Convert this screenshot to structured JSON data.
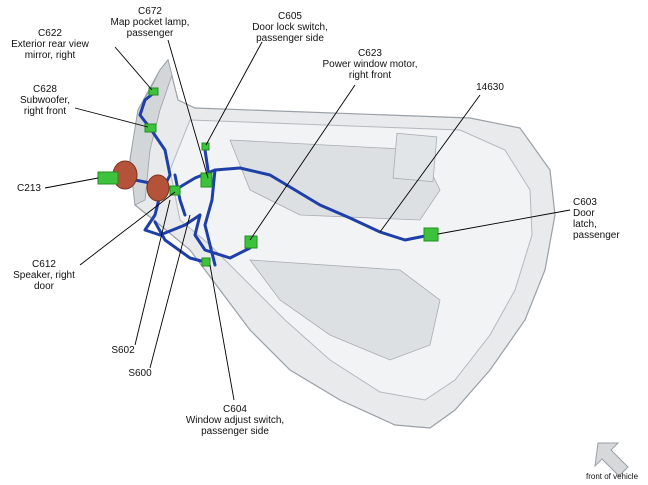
{
  "labels": {
    "c672": [
      "C672",
      "Map pocket lamp,",
      "passenger"
    ],
    "c622": [
      "C622",
      "Exterior rear view",
      "mirror, right"
    ],
    "c628": [
      "C628",
      "Subwoofer,",
      "right front"
    ],
    "c213": [
      "C213"
    ],
    "c612": [
      "C612",
      "Speaker, right",
      "door"
    ],
    "s602": [
      "S602"
    ],
    "s600": [
      "S600"
    ],
    "c604": [
      "C604",
      "Window adjust switch,",
      "passenger side"
    ],
    "c605": [
      "C605",
      "Door lock switch,",
      "passenger side"
    ],
    "c623": [
      "C623",
      "Power window motor,",
      "right front"
    ],
    "harness": [
      "14630"
    ],
    "c603": [
      "C603",
      "Door",
      "latch,",
      "passenger"
    ]
  },
  "orientation": {
    "text": "front of vehicle",
    "icon": "arrow-up-left-icon"
  },
  "colors": {
    "door_panel": "#e8eaec",
    "door_edge": "#9aa0a6",
    "harness": "#1f3fa8",
    "connector": "#3cc23c",
    "connector_dark": "#1f8f1f",
    "grommet": "#b5523a",
    "leader": "#000000"
  }
}
